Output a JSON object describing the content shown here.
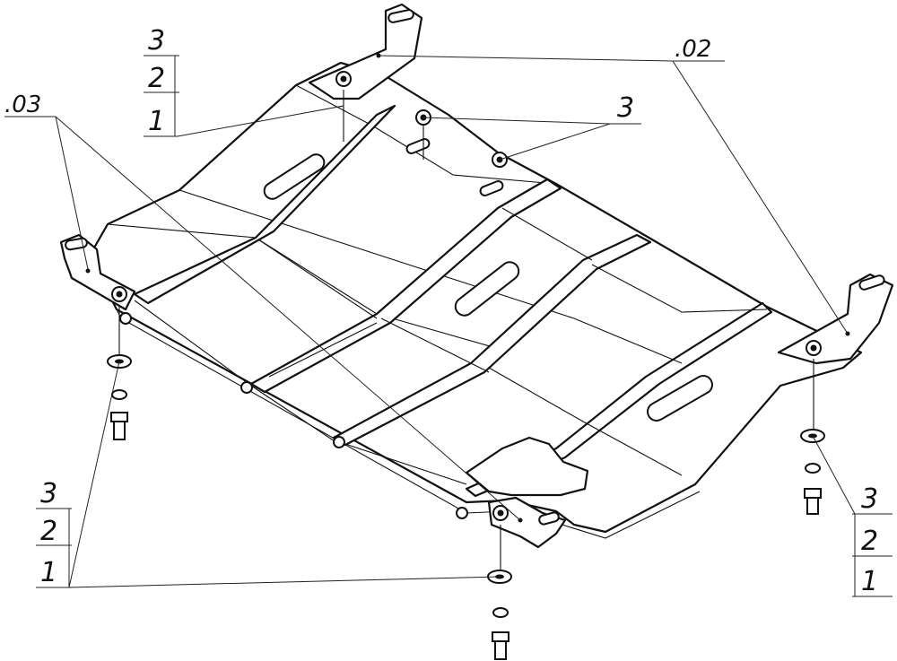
{
  "callouts": {
    "top_left_stack": [
      "3",
      "2",
      "1"
    ],
    "top_left_ref": ".03",
    "top_right_ref": ".02",
    "top_center_num": "3",
    "bottom_left_stack": [
      "3",
      "2",
      "1"
    ],
    "bottom_right_stack": [
      "3",
      "2",
      "1"
    ]
  }
}
